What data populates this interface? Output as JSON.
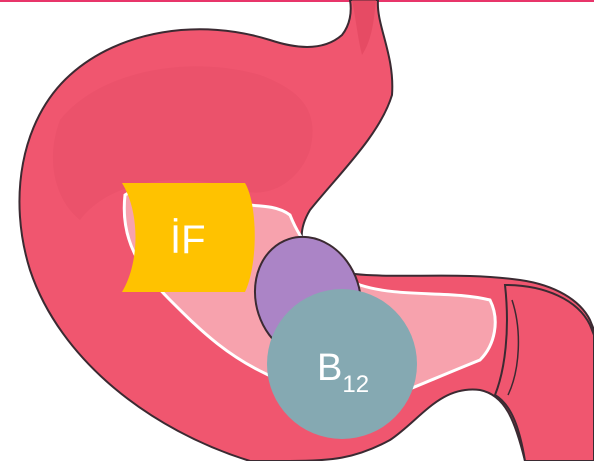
{
  "labels": {
    "intrinsic_factor": "İF",
    "b12_main": "B",
    "b12_sub": "12"
  },
  "colors": {
    "stomach": "#f0566f",
    "stomach_dark": "#e0445e",
    "stomach_inner": "#f7a2ad",
    "mucosa_line": "#ffffff",
    "outline": "#3b2a32",
    "intrinsic_factor": "#ffc200",
    "binding_protein": "#ab84c6",
    "b12": "#85a9b2",
    "top_border": "#e8356a"
  }
}
